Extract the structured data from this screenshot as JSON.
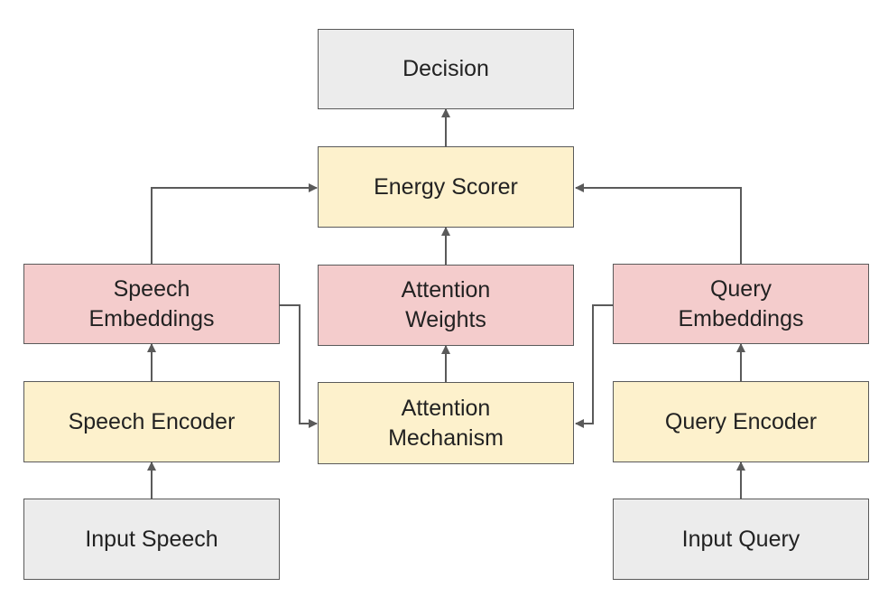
{
  "colors": {
    "io_fill": "#ececec",
    "module_fill": "#fdf1cc",
    "embedding_fill": "#f4cccc",
    "border": "#5a5a5a",
    "arrow": "#5a5a5a",
    "text": "#222222"
  },
  "nodes": {
    "decision": {
      "lines": [
        "Decision"
      ]
    },
    "energy_scorer": {
      "lines": [
        "Energy Scorer"
      ]
    },
    "speech_embeddings": {
      "lines": [
        "Speech",
        "Embeddings"
      ]
    },
    "attention_weights": {
      "lines": [
        "Attention",
        "Weights"
      ]
    },
    "query_embeddings": {
      "lines": [
        "Query",
        "Embeddings"
      ]
    },
    "speech_encoder": {
      "lines": [
        "Speech Encoder"
      ]
    },
    "attention_mechanism": {
      "lines": [
        "Attention",
        "Mechanism"
      ]
    },
    "query_encoder": {
      "lines": [
        "Query Encoder"
      ]
    },
    "input_speech": {
      "lines": [
        "Input Speech"
      ]
    },
    "input_query": {
      "lines": [
        "Input Query"
      ]
    }
  },
  "edges": [
    {
      "from": "input_speech",
      "to": "speech_encoder"
    },
    {
      "from": "speech_encoder",
      "to": "speech_embeddings"
    },
    {
      "from": "speech_embeddings",
      "to": "energy_scorer"
    },
    {
      "from": "speech_embeddings",
      "to": "attention_mechanism"
    },
    {
      "from": "input_query",
      "to": "query_encoder"
    },
    {
      "from": "query_encoder",
      "to": "query_embeddings"
    },
    {
      "from": "query_embeddings",
      "to": "energy_scorer"
    },
    {
      "from": "query_embeddings",
      "to": "attention_mechanism"
    },
    {
      "from": "attention_mechanism",
      "to": "attention_weights"
    },
    {
      "from": "attention_weights",
      "to": "energy_scorer"
    },
    {
      "from": "energy_scorer",
      "to": "decision"
    }
  ]
}
